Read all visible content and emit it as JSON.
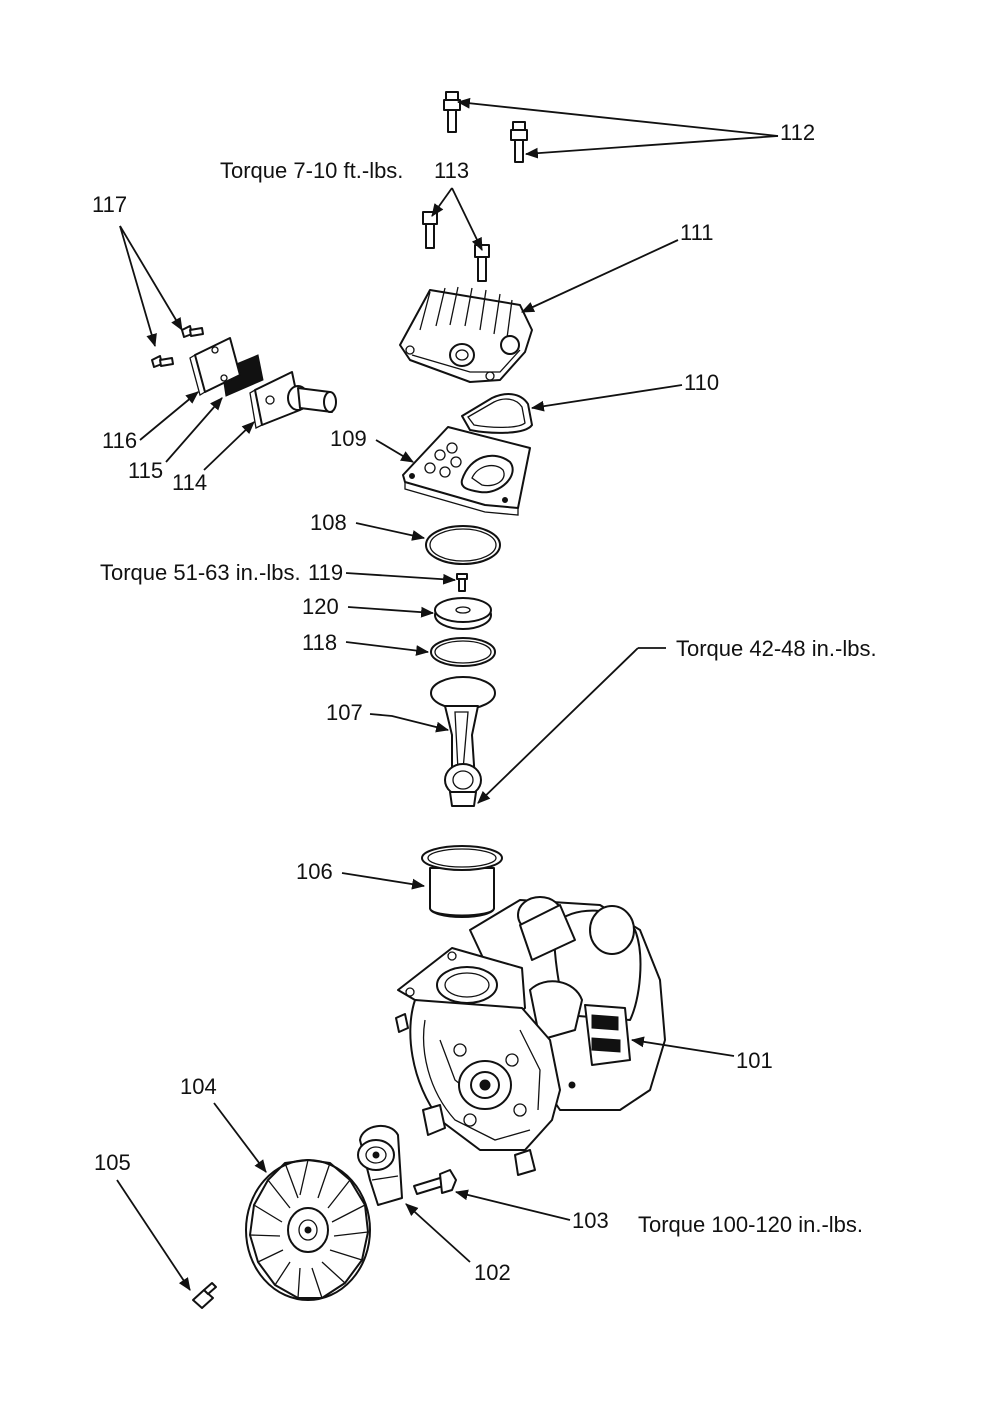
{
  "callouts": {
    "p101": "101",
    "p102": "102",
    "p103": "103",
    "p104": "104",
    "p105": "105",
    "p106": "106",
    "p107": "107",
    "p108": "108",
    "p109": "109",
    "p110": "110",
    "p111": "111",
    "p112": "112",
    "p113": "113",
    "p114": "114",
    "p115": "115",
    "p116": "116",
    "p117": "117",
    "p118": "118",
    "p119": "119",
    "p120": "120"
  },
  "torque_notes": {
    "head_bolts": "Torque  7-10 ft.-lbs.",
    "valve_screw": "Torque  51-63 in.-lbs.",
    "rod_bolt": "Torque  42-48 in.-lbs.",
    "eccentric_bolt": "Torque 100-120 in.-lbs."
  }
}
